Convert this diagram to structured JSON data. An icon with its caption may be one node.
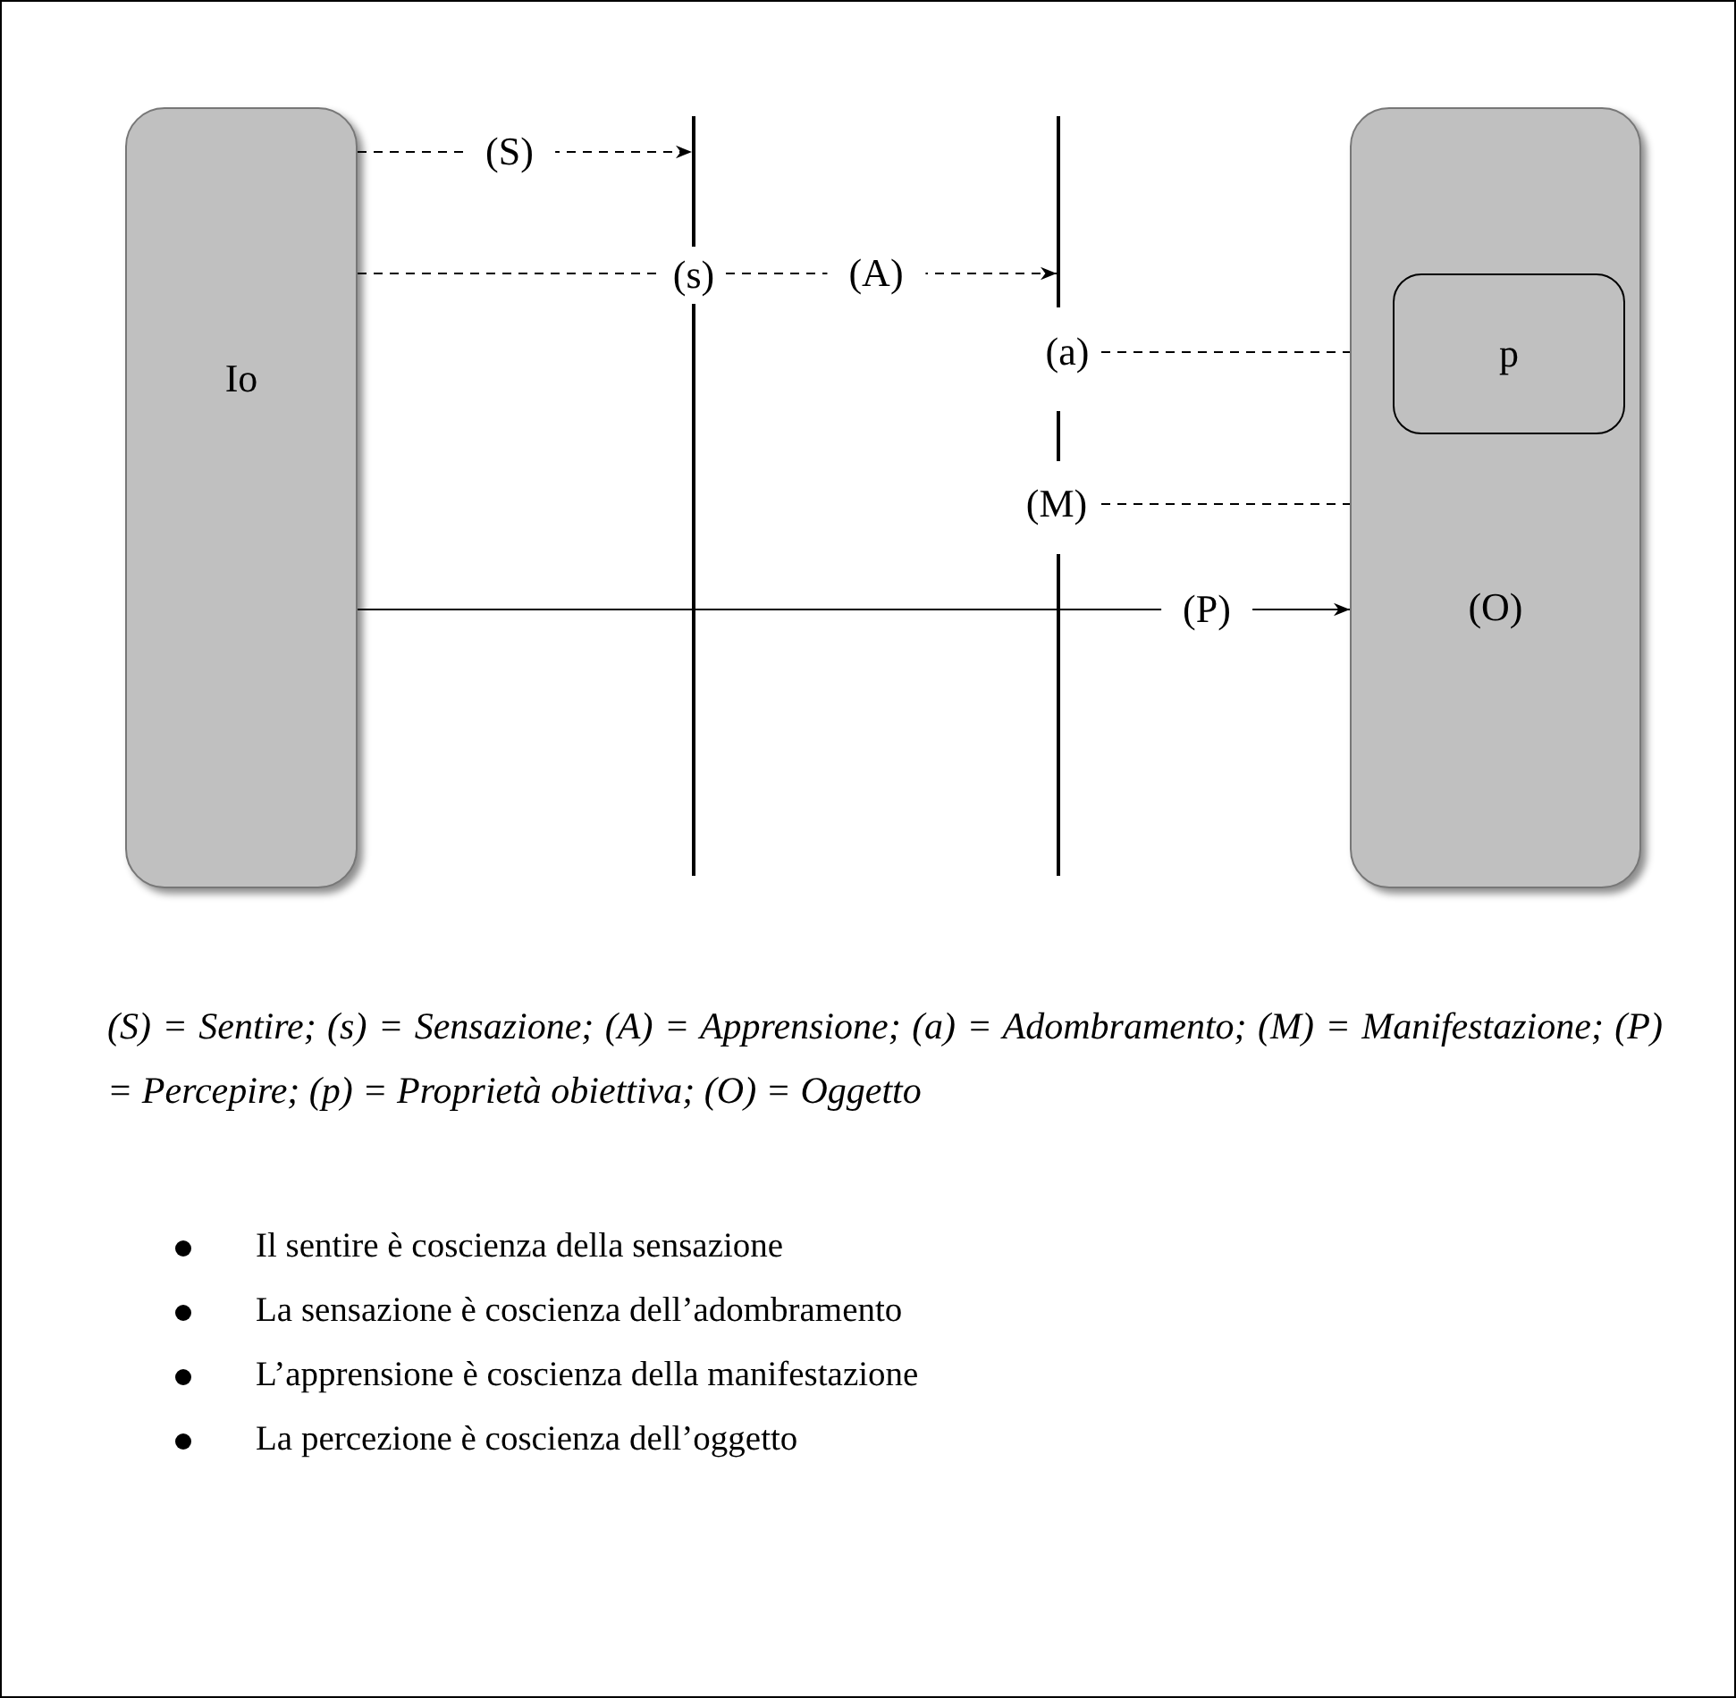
{
  "diagram": {
    "caption": "(S) = Sentire; (s) = Sensazione; (A) = Apprensione; (a) = Adombramento; (M) = Manifestazione; (P) = Percepire; (p) = Proprietà obiettiva; (O) = Oggetto",
    "nodes": [
      {
        "text": [
          "Io"
        ]
      },
      {
        "text": [],
        "shape": "bar"
      },
      {
        "text": [],
        "shape": "bar"
      },
      {
        "text": [
          "(s)"
        ]
      },
      {
        "text": [
          "(a)"
        ]
      },
      {
        "text": [
          "(M)"
        ]
      },
      {
        "text": [
          "(O)"
        ]
      },
      {
        "text": [
          "p"
        ],
        "in": 6
      }
    ],
    "edges": [
      {
        "from": 0,
        "to": 1,
        "arrow": "to",
        "label": "(S)",
        "style": "dashed"
      },
      {
        "from": 0,
        "to": 3,
        "arrow": "none",
        "style": "dashed"
      },
      {
        "from": 3,
        "to": 2,
        "arrow": "to",
        "label": "(A)",
        "style": "dashed"
      },
      {
        "from": 4,
        "to": 7,
        "arrow": "none",
        "style": "dashed"
      },
      {
        "from": 5,
        "to": 6,
        "arrow": "none",
        "style": "dashed"
      },
      {
        "from": 0,
        "to": 6,
        "arrow": "to",
        "label": "(P)"
      }
    ],
    "labels": [
      "Il sentire è coscienza della sensazione",
      "La sensazione è coscienza dell’adombramento",
      "L’apprensione è coscienza della manifestazione",
      "La percezione è coscienza dell’oggetto"
    ]
  }
}
